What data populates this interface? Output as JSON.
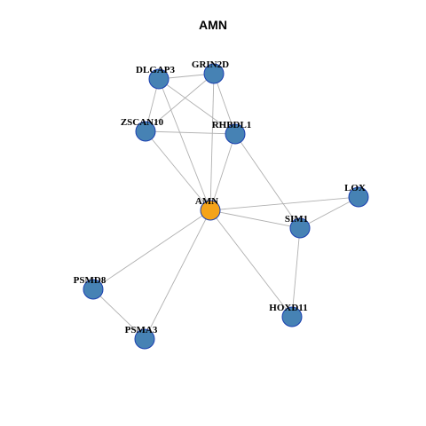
{
  "title": "AMN",
  "colors": {
    "hub": "#f5a31a",
    "node": "#4682b4",
    "edge": "#b0b0b0",
    "stroke": "#1a3fb0"
  },
  "nodes": [
    {
      "id": "AMN",
      "label": "AMN",
      "hub": true
    },
    {
      "id": "DLGAP3",
      "label": "DLGAP3"
    },
    {
      "id": "GRIN2D",
      "label": "GRIN2D"
    },
    {
      "id": "ZSCAN10",
      "label": "ZSCAN10"
    },
    {
      "id": "RHBDL1",
      "label": "RHBDL1"
    },
    {
      "id": "LOX",
      "label": "LOX"
    },
    {
      "id": "SIM1",
      "label": "SIM1"
    },
    {
      "id": "PSMD8",
      "label": "PSMD8"
    },
    {
      "id": "HOXD11",
      "label": "HOXD11"
    },
    {
      "id": "PSMA3",
      "label": "PSMA3"
    }
  ],
  "edges": [
    [
      "DLGAP3",
      "GRIN2D"
    ],
    [
      "DLGAP3",
      "ZSCAN10"
    ],
    [
      "DLGAP3",
      "RHBDL1"
    ],
    [
      "DLGAP3",
      "AMN"
    ],
    [
      "GRIN2D",
      "ZSCAN10"
    ],
    [
      "GRIN2D",
      "RHBDL1"
    ],
    [
      "GRIN2D",
      "AMN"
    ],
    [
      "ZSCAN10",
      "RHBDL1"
    ],
    [
      "ZSCAN10",
      "AMN"
    ],
    [
      "RHBDL1",
      "AMN"
    ],
    [
      "RHBDL1",
      "SIM1"
    ],
    [
      "AMN",
      "LOX"
    ],
    [
      "AMN",
      "SIM1"
    ],
    [
      "AMN",
      "PSMD8"
    ],
    [
      "AMN",
      "PSMA3"
    ],
    [
      "AMN",
      "HOXD11"
    ],
    [
      "LOX",
      "SIM1"
    ],
    [
      "SIM1",
      "HOXD11"
    ],
    [
      "PSMD8",
      "PSMA3"
    ]
  ]
}
